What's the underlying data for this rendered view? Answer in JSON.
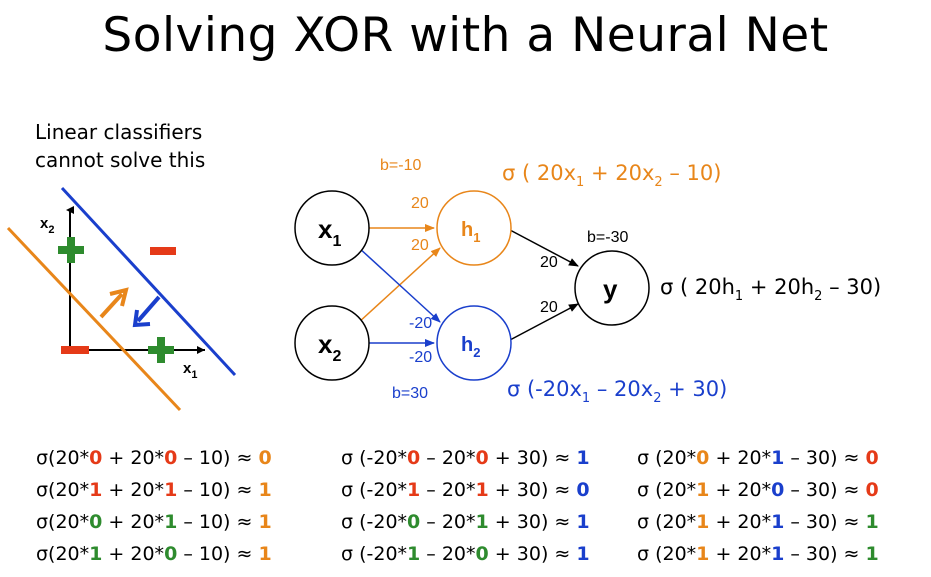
{
  "title": "Solving XOR with a Neural Net",
  "caption": [
    "Linear classifiers",
    "cannot solve this"
  ],
  "colors": {
    "orange": "#e8861a",
    "blue": "#1a3fcc",
    "red": "#e53a18",
    "green": "#2e8b2e"
  },
  "plot": {
    "x_axis_label": "x",
    "x_axis_sub": "1",
    "y_axis_label": "x",
    "y_axis_sub": "2"
  },
  "network": {
    "inputs": [
      {
        "label": "x",
        "sub": "1"
      },
      {
        "label": "x",
        "sub": "2"
      }
    ],
    "hidden": [
      {
        "label": "h",
        "sub": "1"
      },
      {
        "label": "h",
        "sub": "2"
      }
    ],
    "output": {
      "label": "y"
    },
    "bias_h1": "b=-10",
    "bias_h2": "b=30",
    "bias_y": "b=-30",
    "weights": {
      "x1_h1": "20",
      "x2_h1": "20",
      "x1_h2": "-20",
      "x2_h2": "-20",
      "h1_y": "20",
      "h2_y": "20"
    },
    "eq_h1": [
      "σ ( 20x",
      "1",
      " + 20x",
      "2",
      " – 10)"
    ],
    "eq_h2": [
      "σ (-20x",
      "1",
      " – 20x",
      "2",
      " + 30)"
    ],
    "eq_y": [
      "σ ( 20h",
      "1",
      " + 20h",
      "2",
      " – 30)"
    ]
  },
  "equations": {
    "col1": [
      {
        "a": "σ(20*",
        "x1": "0",
        "b": " + 20*",
        "x2": "0",
        "c": " – 10) ≈ ",
        "r": "0"
      },
      {
        "a": "σ(20*",
        "x1": "1",
        "b": " + 20*",
        "x2": "1",
        "c": " – 10) ≈ ",
        "r": "1"
      },
      {
        "a": "σ(20*",
        "x1": "0",
        "b": " + 20*",
        "x2": "1",
        "c": " – 10) ≈ ",
        "r": "1"
      },
      {
        "a": "σ(20*",
        "x1": "1",
        "b": " + 20*",
        "x2": "0",
        "c": " – 10) ≈ ",
        "r": "1"
      }
    ],
    "col2": [
      {
        "a": "σ (-20*",
        "x1": "0",
        "b": " – 20*",
        "x2": "0",
        "c": " + 30) ≈ ",
        "r": "1"
      },
      {
        "a": "σ (-20*",
        "x1": "1",
        "b": " – 20*",
        "x2": "1",
        "c": " + 30) ≈ ",
        "r": "0"
      },
      {
        "a": "σ (-20*",
        "x1": "0",
        "b": " – 20*",
        "x2": "1",
        "c": " + 30) ≈ ",
        "r": "1"
      },
      {
        "a": "σ (-20*",
        "x1": "1",
        "b": " – 20*",
        "x2": "0",
        "c": " + 30) ≈ ",
        "r": "1"
      }
    ],
    "col3": [
      {
        "a": "σ (20*",
        "x1": "0",
        "b": " + 20*",
        "x2": "1",
        "c": " – 30) ≈ ",
        "r": "0"
      },
      {
        "a": "σ (20*",
        "x1": "1",
        "b": " + 20*",
        "x2": "0",
        "c": " – 30) ≈ ",
        "r": "0"
      },
      {
        "a": "σ (20*",
        "x1": "1",
        "b": " + 20*",
        "x2": "1",
        "c": " – 30) ≈ ",
        "r": "1"
      },
      {
        "a": "σ (20*",
        "x1": "1",
        "b": " + 20*",
        "x2": "1",
        "c": " – 30) ≈ ",
        "r": "1"
      }
    ]
  }
}
